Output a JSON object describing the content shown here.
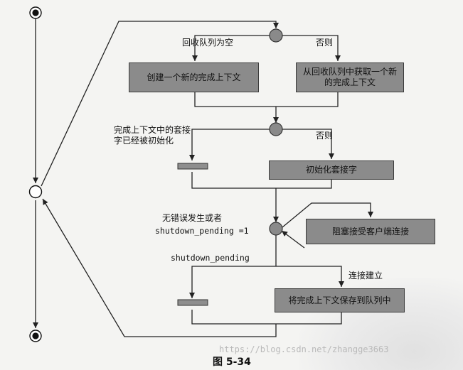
{
  "labels": {
    "recycle_empty": "回收队列为空",
    "otherwise_1": "否则",
    "socket_initialized": "完成上下文中的套接字已经被初始化",
    "otherwise_2": "否则",
    "no_error_or": "无错误发生或者",
    "shutdown_pending_eq": "shutdown_pending =1",
    "shutdown_pending": "shutdown_pending",
    "connection_established": "连接建立"
  },
  "boxes": {
    "create_context": "创建一个新的完成上下文",
    "get_from_queue": "从回收队列中获取一个新的完成上下文",
    "init_socket": "初始化套接字",
    "block_accept": "阻塞接受客户端连接",
    "save_to_queue": "将完成上下文保存到队列中"
  },
  "caption": "图 5-34",
  "watermark": "https://blog.csdn.net/zhangge3663",
  "colors": {
    "box_fill": "#8b8b8b",
    "decision_fill": "#8a8a8a",
    "bar_fill": "#8e8e8e",
    "line": "#222222",
    "background": "#f4f4f2"
  }
}
